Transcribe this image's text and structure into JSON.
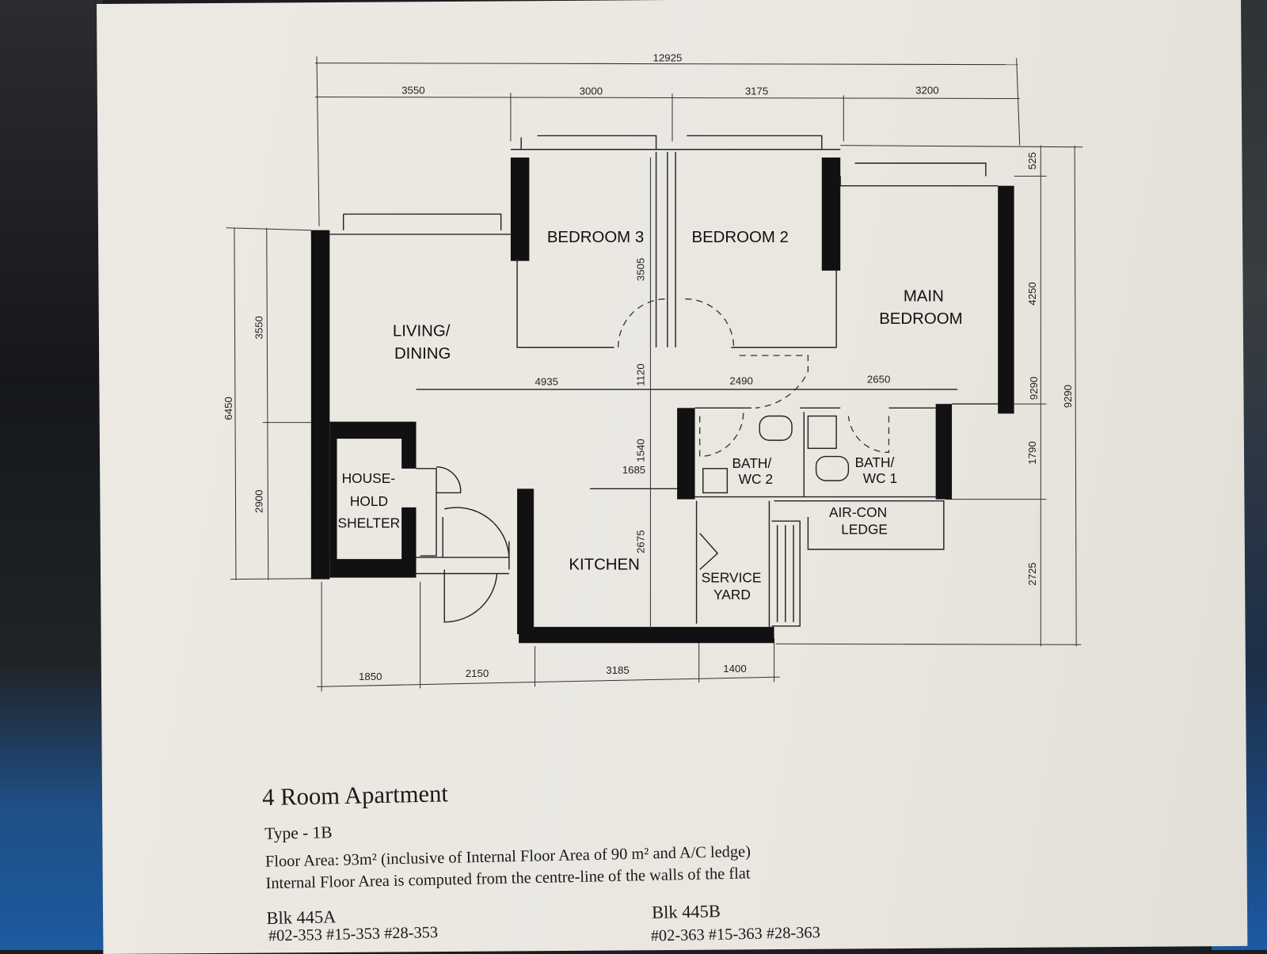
{
  "plan": {
    "dimensions_top": {
      "overall": "12925",
      "segments": [
        "3550",
        "3000",
        "3175",
        "3200"
      ]
    },
    "dimensions_bottom": [
      "1850",
      "2150",
      "3185",
      "1400"
    ],
    "dimensions_left": {
      "overall": "6450",
      "segments": [
        "3550",
        "2900"
      ]
    },
    "dimensions_right": {
      "overall": "9290",
      "segments": [
        "525",
        "4250",
        "1790",
        "2725"
      ]
    },
    "dimensions_internal": {
      "bedroom_depth": "3505",
      "corridor": "1120",
      "bath_depth": "1540",
      "kitchen_depth": "2675",
      "d4935": "4935",
      "d2490": "2490",
      "d2650": "2650",
      "d1685": "1685"
    },
    "rooms": {
      "bedroom3": "BEDROOM 3",
      "bedroom2": "BEDROOM 2",
      "main_bedroom": [
        "MAIN",
        "BEDROOM"
      ],
      "living": [
        "LIVING/",
        "DINING"
      ],
      "shelter": [
        "HOUSE-",
        "HOLD",
        "SHELTER"
      ],
      "kitchen": "KITCHEN",
      "bath2": [
        "BATH/",
        "WC 2"
      ],
      "bath1": [
        "BATH/",
        "WC 1"
      ],
      "aircon": [
        "AIR-CON",
        "LEDGE"
      ],
      "service": [
        "SERVICE",
        "YARD"
      ]
    }
  },
  "info": {
    "title": "4 Room Apartment",
    "type": "Type - 1B",
    "floor_area": "Floor Area: 93m² (inclusive of Internal Floor Area of 90 m² and A/C ledge)",
    "note": "Internal Floor Area is computed from the centre-line of the walls of the flat",
    "blk_a": "Blk 445A",
    "blk_a_units": "#02-353   #15-353   #28-353",
    "blk_b": "Blk 445B",
    "blk_b_units": "#02-363   #15-363   #28-363"
  }
}
